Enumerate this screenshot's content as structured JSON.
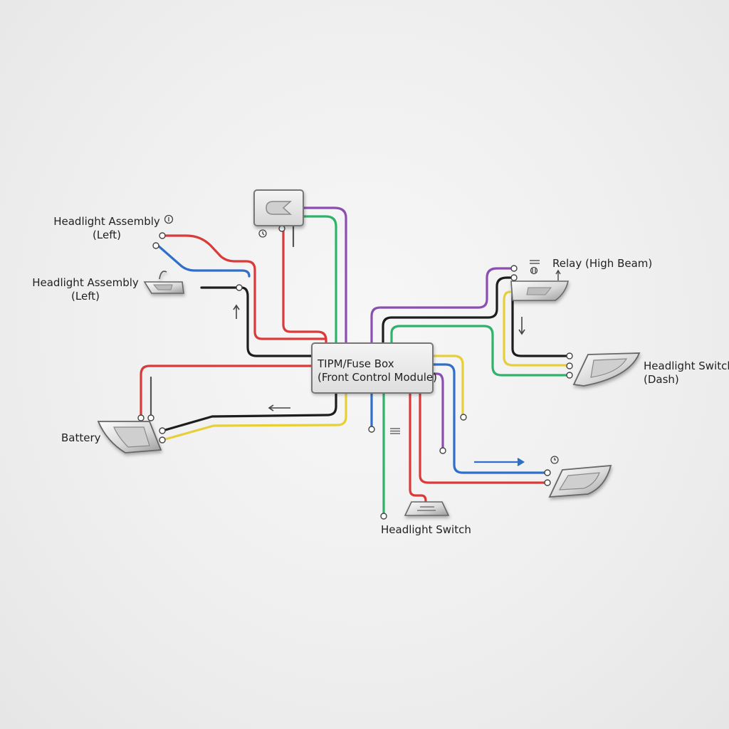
{
  "diagram": {
    "labels": {
      "headlight_assembly_left_1": [
        "Headlight Assembly",
        "(Left)"
      ],
      "headlight_assembly_left_2": [
        "Headlight Assembly",
        "(Left)"
      ],
      "relay_high_beam": "Relay (High Beam)",
      "headlight_switch_dash": [
        "Headlight Switch",
        "(Dash)"
      ],
      "battery": "Battery",
      "headlight_switch": "Headlight Switch",
      "fuse_box": [
        "TIPM/Fuse Box",
        "(Front Control Module)"
      ]
    },
    "wire_colors": {
      "red": "#d93a3a",
      "blue": "#2f6fc8",
      "black": "#1d1d1d",
      "green": "#2fb36a",
      "purple": "#8a4fb0",
      "yellow": "#e7cf3a"
    },
    "icons": [
      "info-icon",
      "clock-icon",
      "ground-icon",
      "menu-icon",
      "arrow-icon"
    ]
  }
}
